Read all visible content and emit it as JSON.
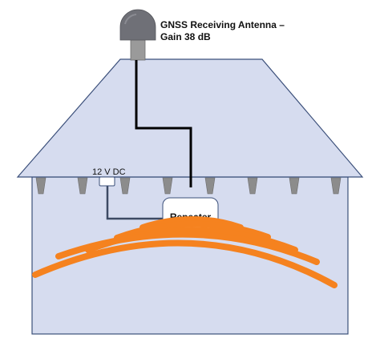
{
  "antenna": {
    "label_line1": "GNSS Receiving Antenna –",
    "label_line2": "Gain 38 dB"
  },
  "power": {
    "label": "12 V DC"
  },
  "repeater": {
    "label": "Repeater"
  },
  "colors": {
    "house_fill": "#d6dcef",
    "outline": "#3b4f7a",
    "eave_teeth": "#8c8c8c",
    "antenna_dome": "#6f7077",
    "antenna_mast": "#9a9a9a",
    "cable": "#000000",
    "signal_waves": "#f5821f",
    "repeater_fill": "#ffffff"
  }
}
